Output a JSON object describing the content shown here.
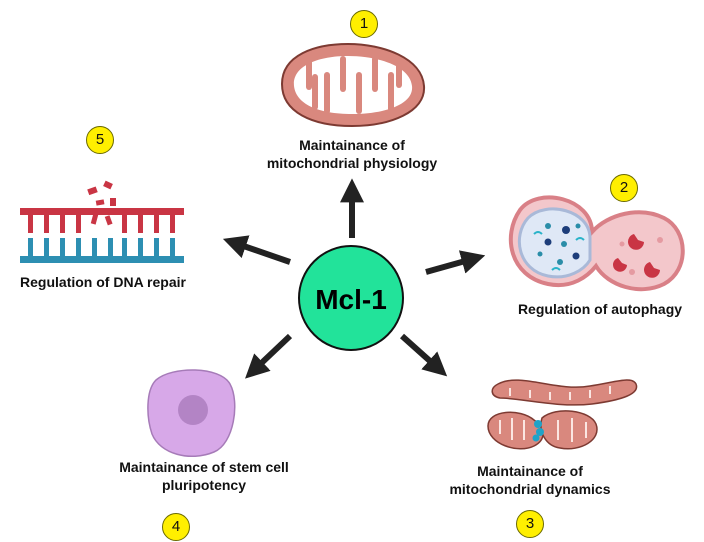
{
  "center": {
    "label": "Mcl-1",
    "fill": "#22e39a"
  },
  "badges": [
    "1",
    "2",
    "3",
    "4",
    "5"
  ],
  "functions": {
    "physiology": [
      "Maintainance of",
      "mitochondrial physiology"
    ],
    "autophagy": [
      "Regulation of autophagy"
    ],
    "dynamics": [
      "Maintainance of",
      "mitochondrial dynamics"
    ],
    "stem_cell": [
      "Maintainance of stem cell",
      "pluripotency"
    ],
    "dna_repair": [
      "Regulation of DNA repair"
    ]
  },
  "colors": {
    "badge": "#ffef00",
    "arrow": "#222222",
    "mito_fill": "#d9887e",
    "mito_inner": "#ffffff",
    "cell_fill": "#d7a8e8",
    "nucleus": "#b384c5",
    "dna_red": "#c93544",
    "dna_blue": "#2d8fb2",
    "autophagosome": "#dfe8f6",
    "lysosome": "#f3c7cb"
  },
  "icons": [
    "mitochondrion-icon",
    "autophagosome-lysosome-fusion-icon",
    "mitochondrial-fission-icon",
    "stem-cell-icon",
    "damaged-dna-icon"
  ]
}
